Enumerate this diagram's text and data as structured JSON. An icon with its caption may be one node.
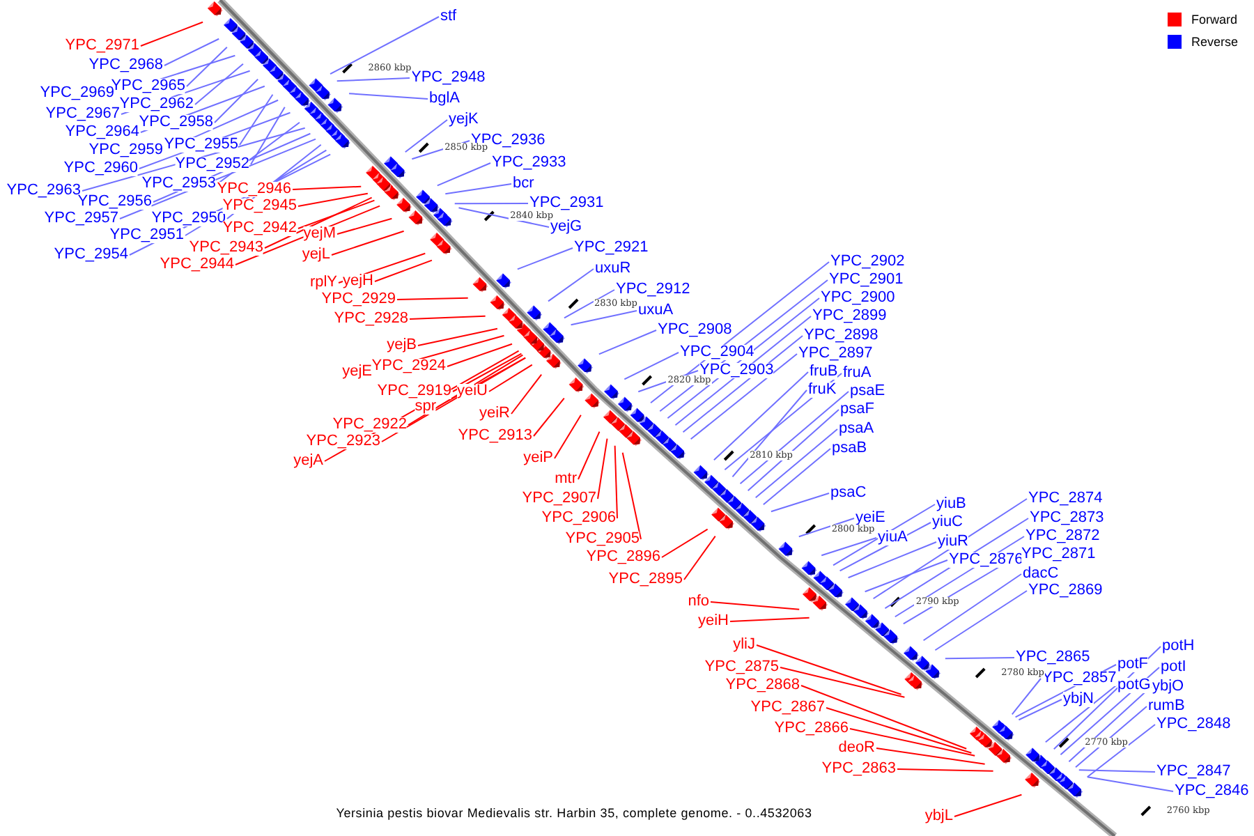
{
  "diagram": {
    "caption": "Yersinia pestis biovar Medievalis str. Harbin 35, complete genome. - 0..4532063",
    "nodes": [
      {
        "text": [
          "YPC_2971"
        ]
      },
      {
        "text": [
          "YPC_2968"
        ]
      },
      {
        "text": [
          "YPC_2965"
        ]
      },
      {
        "text": [
          "YPC_2969"
        ]
      },
      {
        "text": [
          "YPC_2962"
        ]
      },
      {
        "text": [
          "YPC_2967"
        ]
      },
      {
        "text": [
          "YPC_2958"
        ]
      },
      {
        "text": [
          "YPC_2964"
        ]
      },
      {
        "text": [
          "YPC_2955"
        ]
      },
      {
        "text": [
          "YPC_2959"
        ]
      },
      {
        "text": [
          "YPC_2952"
        ]
      },
      {
        "text": [
          "YPC_2960"
        ]
      },
      {
        "text": [
          "YPC_2953"
        ]
      },
      {
        "text": [
          "YPC_2963"
        ]
      },
      {
        "text": [
          "YPC_2956"
        ]
      },
      {
        "text": [
          "YPC_2957"
        ]
      },
      {
        "text": [
          "YPC_2950"
        ]
      },
      {
        "text": [
          "YPC_2951"
        ]
      },
      {
        "text": [
          "YPC_2954"
        ]
      },
      {
        "text": [
          "stf"
        ]
      },
      {
        "text": [
          "YPC_2948"
        ]
      },
      {
        "text": [
          "bglA"
        ]
      },
      {
        "text": [
          "yejK"
        ]
      },
      {
        "text": [
          "YPC_2936"
        ]
      },
      {
        "text": [
          "YPC_2933"
        ]
      },
      {
        "text": [
          "bcr"
        ]
      },
      {
        "text": [
          "YPC_2931"
        ]
      },
      {
        "text": [
          "yejG"
        ]
      },
      {
        "text": [
          "YPC_2946"
        ]
      },
      {
        "text": [
          "YPC_2945"
        ]
      },
      {
        "text": [
          "YPC_2942"
        ]
      },
      {
        "text": [
          "yejM"
        ]
      },
      {
        "text": [
          "YPC_2943"
        ]
      },
      {
        "text": [
          "yejL"
        ]
      },
      {
        "text": [
          "YPC_2944"
        ]
      },
      {
        "text": [
          "rplY"
        ]
      },
      {
        "text": [
          "yejH"
        ]
      },
      {
        "text": [
          "YPC_2929"
        ]
      },
      {
        "text": [
          "YPC_2928"
        ]
      },
      {
        "text": [
          "yejB"
        ]
      },
      {
        "text": [
          "YPC_2924"
        ]
      },
      {
        "text": [
          "yejE"
        ]
      },
      {
        "text": [
          "YPC_2919"
        ]
      },
      {
        "text": [
          "yeiU"
        ]
      },
      {
        "text": [
          "spr"
        ]
      },
      {
        "text": [
          "yeiR"
        ]
      },
      {
        "text": [
          "YPC_2922"
        ]
      },
      {
        "text": [
          "YPC_2913"
        ]
      },
      {
        "text": [
          "YPC_2923"
        ]
      },
      {
        "text": [
          "yeiP"
        ]
      },
      {
        "text": [
          "yejA"
        ]
      },
      {
        "text": [
          "mtr"
        ]
      },
      {
        "text": [
          "YPC_2907"
        ]
      },
      {
        "text": [
          "YPC_2906"
        ]
      },
      {
        "text": [
          "YPC_2905"
        ]
      },
      {
        "text": [
          "YPC_2896"
        ]
      },
      {
        "text": [
          "YPC_2895"
        ]
      },
      {
        "text": [
          "YPC_2921"
        ]
      },
      {
        "text": [
          "uxuR"
        ]
      },
      {
        "text": [
          "YPC_2912"
        ]
      },
      {
        "text": [
          "uxuA"
        ]
      },
      {
        "text": [
          "YPC_2908"
        ]
      },
      {
        "text": [
          "YPC_2902"
        ]
      },
      {
        "text": [
          "YPC_2901"
        ]
      },
      {
        "text": [
          "YPC_2900"
        ]
      },
      {
        "text": [
          "YPC_2899"
        ]
      },
      {
        "text": [
          "YPC_2898"
        ]
      },
      {
        "text": [
          "YPC_2897"
        ]
      },
      {
        "text": [
          "YPC_2904"
        ]
      },
      {
        "text": [
          "YPC_2903"
        ]
      },
      {
        "text": [
          "fruB"
        ]
      },
      {
        "text": [
          "fruA"
        ]
      },
      {
        "text": [
          "fruK"
        ]
      },
      {
        "text": [
          "psaE"
        ]
      },
      {
        "text": [
          "psaF"
        ]
      },
      {
        "text": [
          "psaA"
        ]
      },
      {
        "text": [
          "psaB"
        ]
      },
      {
        "text": [
          "psaC"
        ]
      },
      {
        "text": [
          "yiuB"
        ]
      },
      {
        "text": [
          "yeiE"
        ]
      },
      {
        "text": [
          "yiuC"
        ]
      },
      {
        "text": [
          "yiuA"
        ]
      },
      {
        "text": [
          "yiuR"
        ]
      },
      {
        "text": [
          "YPC_2876"
        ]
      },
      {
        "text": [
          "YPC_2874"
        ]
      },
      {
        "text": [
          "YPC_2873"
        ]
      },
      {
        "text": [
          "YPC_2872"
        ]
      },
      {
        "text": [
          "YPC_2871"
        ]
      },
      {
        "text": [
          "dacC"
        ]
      },
      {
        "text": [
          "YPC_2869"
        ]
      },
      {
        "text": [
          "nfo"
        ]
      },
      {
        "text": [
          "yeiH"
        ]
      },
      {
        "text": [
          "yliJ"
        ]
      },
      {
        "text": [
          "YPC_2865"
        ]
      },
      {
        "text": [
          "YPC_2875"
        ]
      },
      {
        "text": [
          "potH"
        ]
      },
      {
        "text": [
          "potF"
        ]
      },
      {
        "text": [
          "potI"
        ]
      },
      {
        "text": [
          "YPC_2857"
        ]
      },
      {
        "text": [
          "YPC_2868"
        ]
      },
      {
        "text": [
          "potG"
        ]
      },
      {
        "text": [
          "ybjO"
        ]
      },
      {
        "text": [
          "ybjN"
        ]
      },
      {
        "text": [
          "rumB"
        ]
      },
      {
        "text": [
          "YPC_2867"
        ]
      },
      {
        "text": [
          "YPC_2848"
        ]
      },
      {
        "text": [
          "YPC_2866"
        ]
      },
      {
        "text": [
          "deoR"
        ]
      },
      {
        "text": [
          "YPC_2863"
        ]
      },
      {
        "text": [
          "YPC_2847"
        ]
      },
      {
        "text": [
          "YPC_2846"
        ]
      },
      {
        "text": [
          "ybjL"
        ]
      }
    ],
    "edges": [
      {
        "from": 0,
        "to": null,
        "arrow": "none",
        "color": "#ff0000"
      },
      {
        "from": 1,
        "to": null,
        "arrow": "none"
      },
      {
        "from": 2,
        "to": null,
        "arrow": "none"
      },
      {
        "from": 3,
        "to": null,
        "arrow": "none"
      },
      {
        "from": 4,
        "to": null,
        "arrow": "none"
      },
      {
        "from": 5,
        "to": null,
        "arrow": "none"
      },
      {
        "from": 6,
        "to": null,
        "arrow": "none"
      },
      {
        "from": 7,
        "to": null,
        "arrow": "none"
      },
      {
        "from": 8,
        "to": null,
        "arrow": "none"
      },
      {
        "from": 9,
        "to": null,
        "arrow": "none"
      },
      {
        "from": 10,
        "to": null,
        "arrow": "none"
      },
      {
        "from": 11,
        "to": null,
        "arrow": "none"
      },
      {
        "from": 12,
        "to": null,
        "arrow": "none"
      },
      {
        "from": 13,
        "to": null,
        "arrow": "none"
      },
      {
        "from": 14,
        "to": null,
        "arrow": "none"
      },
      {
        "from": 15,
        "to": null,
        "arrow": "none"
      },
      {
        "from": 16,
        "to": null,
        "arrow": "none"
      },
      {
        "from": 17,
        "to": null,
        "arrow": "none"
      },
      {
        "from": 18,
        "to": null,
        "arrow": "none"
      },
      {
        "from": 19,
        "to": null,
        "arrow": "none"
      },
      {
        "from": 20,
        "to": null,
        "arrow": "none"
      },
      {
        "from": 21,
        "to": null,
        "arrow": "none"
      },
      {
        "from": 22,
        "to": null,
        "arrow": "none"
      },
      {
        "from": 23,
        "to": null,
        "arrow": "none"
      },
      {
        "from": 24,
        "to": null,
        "arrow": "none"
      },
      {
        "from": 25,
        "to": null,
        "arrow": "none"
      },
      {
        "from": 26,
        "to": null,
        "arrow": "none"
      },
      {
        "from": 27,
        "to": null,
        "arrow": "none"
      },
      {
        "from": 28,
        "to": null,
        "arrow": "none",
        "color": "#ff0000"
      },
      {
        "from": 29,
        "to": null,
        "arrow": "none",
        "color": "#ff0000"
      },
      {
        "from": 30,
        "to": null,
        "arrow": "none",
        "color": "#ff0000"
      },
      {
        "from": 31,
        "to": null,
        "arrow": "none",
        "color": "#ff0000"
      },
      {
        "from": 32,
        "to": null,
        "arrow": "none",
        "color": "#ff0000"
      },
      {
        "from": 33,
        "to": null,
        "arrow": "none",
        "color": "#ff0000"
      },
      {
        "from": 34,
        "to": null,
        "arrow": "none",
        "color": "#ff0000"
      },
      {
        "from": 35,
        "to": null,
        "arrow": "none",
        "color": "#ff0000"
      },
      {
        "from": 36,
        "to": null,
        "arrow": "none",
        "color": "#ff0000"
      },
      {
        "from": 37,
        "to": null,
        "arrow": "none",
        "color": "#ff0000"
      },
      {
        "from": 38,
        "to": null,
        "arrow": "none",
        "color": "#ff0000"
      },
      {
        "from": 39,
        "to": null,
        "arrow": "none",
        "color": "#ff0000"
      },
      {
        "from": 40,
        "to": null,
        "arrow": "none",
        "color": "#ff0000"
      },
      {
        "from": 41,
        "to": null,
        "arrow": "none",
        "color": "#ff0000"
      },
      {
        "from": 42,
        "to": null,
        "arrow": "none",
        "color": "#ff0000"
      },
      {
        "from": 43,
        "to": null,
        "arrow": "none",
        "color": "#ff0000"
      },
      {
        "from": 44,
        "to": null,
        "arrow": "none",
        "color": "#ff0000"
      },
      {
        "from": 45,
        "to": null,
        "arrow": "none",
        "color": "#ff0000"
      },
      {
        "from": 46,
        "to": null,
        "arrow": "none",
        "color": "#ff0000"
      },
      {
        "from": 47,
        "to": null,
        "arrow": "none",
        "color": "#ff0000"
      },
      {
        "from": 48,
        "to": null,
        "arrow": "none",
        "color": "#ff0000"
      },
      {
        "from": 49,
        "to": null,
        "arrow": "none",
        "color": "#ff0000"
      },
      {
        "from": 50,
        "to": null,
        "arrow": "none",
        "color": "#ff0000"
      },
      {
        "from": 51,
        "to": null,
        "arrow": "none",
        "color": "#ff0000"
      },
      {
        "from": 52,
        "to": null,
        "arrow": "none",
        "color": "#ff0000"
      },
      {
        "from": 53,
        "to": null,
        "arrow": "none",
        "color": "#ff0000"
      },
      {
        "from": 54,
        "to": null,
        "arrow": "none",
        "color": "#ff0000"
      },
      {
        "from": 55,
        "to": null,
        "arrow": "none",
        "color": "#ff0000"
      },
      {
        "from": 56,
        "to": null,
        "arrow": "none",
        "color": "#ff0000"
      },
      {
        "from": 57,
        "to": null,
        "arrow": "none"
      },
      {
        "from": 58,
        "to": null,
        "arrow": "none"
      },
      {
        "from": 59,
        "to": null,
        "arrow": "none"
      },
      {
        "from": 60,
        "to": null,
        "arrow": "none"
      },
      {
        "from": 61,
        "to": null,
        "arrow": "none"
      },
      {
        "from": 62,
        "to": null,
        "arrow": "none"
      },
      {
        "from": 63,
        "to": null,
        "arrow": "none"
      },
      {
        "from": 64,
        "to": null,
        "arrow": "none"
      },
      {
        "from": 65,
        "to": null,
        "arrow": "none"
      },
      {
        "from": 66,
        "to": null,
        "arrow": "none"
      },
      {
        "from": 67,
        "to": null,
        "arrow": "none"
      },
      {
        "from": 68,
        "to": null,
        "arrow": "none"
      },
      {
        "from": 69,
        "to": null,
        "arrow": "none"
      },
      {
        "from": 70,
        "to": null,
        "arrow": "none"
      },
      {
        "from": 71,
        "to": null,
        "arrow": "none"
      },
      {
        "from": 72,
        "to": null,
        "arrow": "none"
      },
      {
        "from": 73,
        "to": null,
        "arrow": "none"
      },
      {
        "from": 74,
        "to": null,
        "arrow": "none"
      },
      {
        "from": 75,
        "to": null,
        "arrow": "none"
      },
      {
        "from": 76,
        "to": null,
        "arrow": "none"
      },
      {
        "from": 77,
        "to": null,
        "arrow": "none"
      },
      {
        "from": 78,
        "to": null,
        "arrow": "none"
      },
      {
        "from": 79,
        "to": null,
        "arrow": "none"
      },
      {
        "from": 80,
        "to": null,
        "arrow": "none"
      },
      {
        "from": 81,
        "to": null,
        "arrow": "none"
      },
      {
        "from": 82,
        "to": null,
        "arrow": "none"
      },
      {
        "from": 83,
        "to": null,
        "arrow": "none"
      },
      {
        "from": 84,
        "to": null,
        "arrow": "none"
      },
      {
        "from": 85,
        "to": null,
        "arrow": "none"
      },
      {
        "from": 86,
        "to": null,
        "arrow": "none"
      },
      {
        "from": 87,
        "to": null,
        "arrow": "none"
      },
      {
        "from": 88,
        "to": null,
        "arrow": "none"
      },
      {
        "from": 89,
        "to": null,
        "arrow": "none"
      },
      {
        "from": 90,
        "to": null,
        "arrow": "none",
        "color": "#ff0000"
      },
      {
        "from": 91,
        "to": null,
        "arrow": "none",
        "color": "#ff0000"
      },
      {
        "from": 92,
        "to": null,
        "arrow": "none",
        "color": "#ff0000"
      },
      {
        "from": 93,
        "to": null,
        "arrow": "none"
      },
      {
        "from": 94,
        "to": null,
        "arrow": "none",
        "color": "#ff0000"
      },
      {
        "from": 95,
        "to": null,
        "arrow": "none"
      },
      {
        "from": 96,
        "to": null,
        "arrow": "none"
      },
      {
        "from": 97,
        "to": null,
        "arrow": "none"
      },
      {
        "from": 98,
        "to": null,
        "arrow": "none"
      },
      {
        "from": 99,
        "to": null,
        "arrow": "none",
        "color": "#ff0000"
      },
      {
        "from": 100,
        "to": null,
        "arrow": "none"
      },
      {
        "from": 101,
        "to": null,
        "arrow": "none"
      },
      {
        "from": 102,
        "to": null,
        "arrow": "none"
      },
      {
        "from": 103,
        "to": null,
        "arrow": "none"
      },
      {
        "from": 104,
        "to": null,
        "arrow": "none",
        "color": "#ff0000"
      },
      {
        "from": 105,
        "to": null,
        "arrow": "none"
      },
      {
        "from": 106,
        "to": null,
        "arrow": "none",
        "color": "#ff0000"
      },
      {
        "from": 107,
        "to": null,
        "arrow": "none",
        "color": "#ff0000"
      },
      {
        "from": 108,
        "to": null,
        "arrow": "none",
        "color": "#ff0000"
      },
      {
        "from": 109,
        "to": null,
        "arrow": "none"
      },
      {
        "from": 110,
        "to": null,
        "arrow": "none"
      },
      {
        "from": 111,
        "to": null,
        "arrow": "none",
        "color": "#ff0000"
      }
    ],
    "labels": [
      "2860 kbp",
      "2850 kbp",
      "2840 kbp",
      "2830 kbp",
      "2820 kbp",
      "2810 kbp",
      "2800 kbp",
      "2790 kbp",
      "2780 kbp",
      "2770 kbp",
      "2760 kbp"
    ],
    "legend": [
      {
        "text": "Forward",
        "color": "#ff0000"
      },
      {
        "text": "Reverse",
        "color": "#0000ff"
      }
    ]
  }
}
